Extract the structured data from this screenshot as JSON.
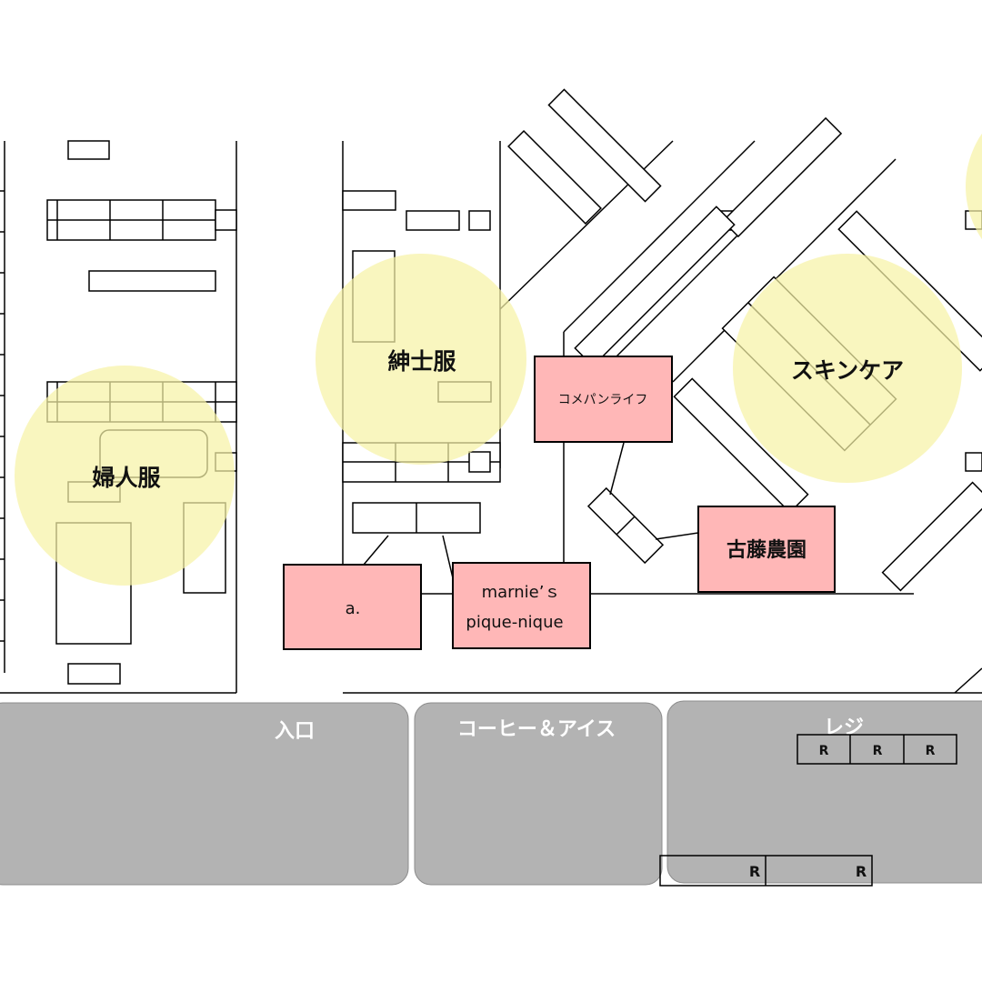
{
  "sections": {
    "womens": "婦人服",
    "mens": "紳士服",
    "skincare": "スキンケア"
  },
  "vendors": {
    "komepan": "コメパンライフ",
    "kofuji": "古藤農園",
    "a": "a.",
    "marnies_line1": "marnie’ｓ",
    "marnies_line2": "pique-nique"
  },
  "areas": {
    "entrance": "入口",
    "coffee": "コーヒー＆アイス",
    "register": "レジ"
  },
  "register_marks": [
    "R",
    "R",
    "R",
    "R",
    "R"
  ],
  "colors": {
    "zone": "#f7f3a6",
    "vendor": "#ffb7b7",
    "area": "#b3b3b3"
  }
}
